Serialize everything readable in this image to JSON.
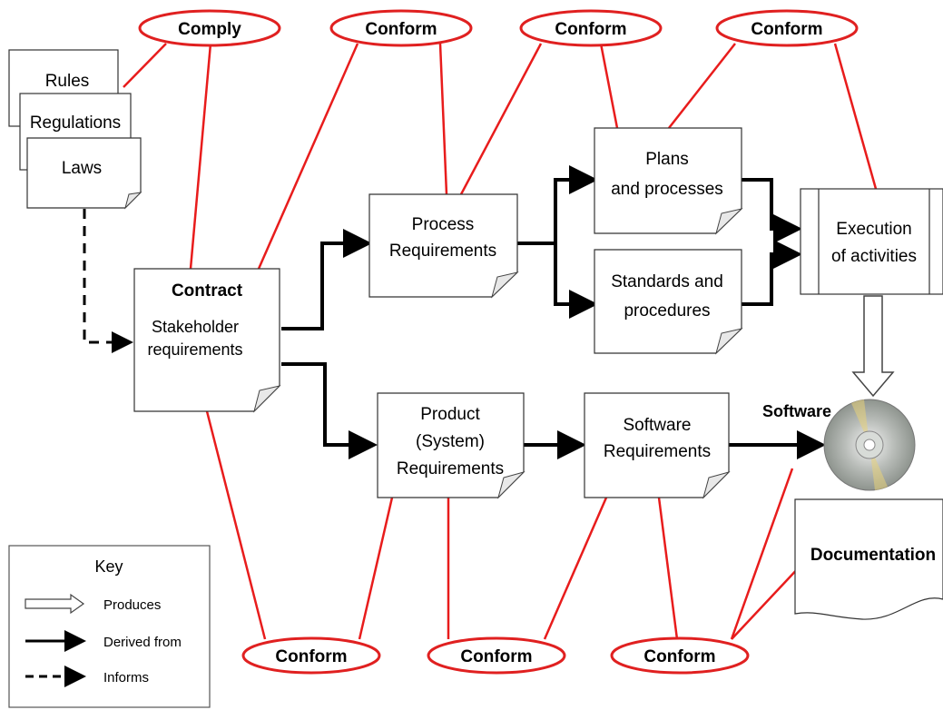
{
  "regulatory_docs": {
    "rules": "Rules",
    "regulations": "Regulations",
    "laws": "Laws"
  },
  "top_ovals": [
    "Comply",
    "Conform",
    "Conform",
    "Conform"
  ],
  "bottom_ovals": [
    "Conform",
    "Conform",
    "Conform"
  ],
  "contract": {
    "title": "Contract",
    "subtitle_line1": "Stakeholder",
    "subtitle_line2": "requirements"
  },
  "process_req": {
    "line1": "Process",
    "line2": "Requirements"
  },
  "plans": {
    "line1": "Plans",
    "line2": "and processes"
  },
  "standards": {
    "line1": "Standards and",
    "line2": "procedures"
  },
  "execution": {
    "line1": "Execution",
    "line2": "of activities"
  },
  "product_req": {
    "line1": "Product",
    "line2": "(System)",
    "line3": "Requirements"
  },
  "software_req": {
    "line1": "Software",
    "line2": "Requirements"
  },
  "software_label": "Software",
  "documentation": "Documentation",
  "key": {
    "title": "Key",
    "produces": "Produces",
    "derived": "Derived from",
    "informs": "Informs"
  }
}
